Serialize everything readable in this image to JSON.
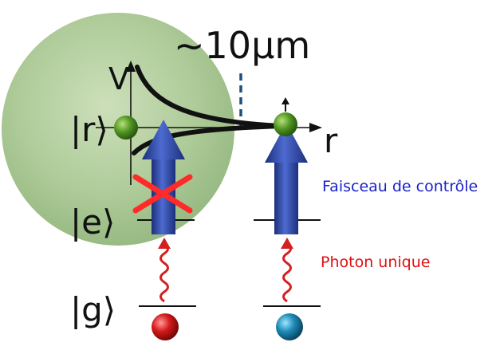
{
  "labels": {
    "scale": "~10μm",
    "potential_axis": "V",
    "distance_axis": "r",
    "state_r": "|r⟩",
    "state_e": "|e⟩",
    "state_g": "|g⟩",
    "control_beam": "Faisceau de contrôle",
    "single_photon": "Photon unique"
  },
  "colors": {
    "blockade_sphere": "#9cbf80",
    "control_arrow": "#2f4aa8",
    "photon": "#d42020",
    "blocked_cross": "#ff2a2a",
    "atom_ground_left": "#c81818",
    "atom_ground_right": "#1e88b4",
    "atom_rydberg": "#4a8f1e",
    "blue_text": "#1a22c8",
    "red_text": "#e01010"
  }
}
